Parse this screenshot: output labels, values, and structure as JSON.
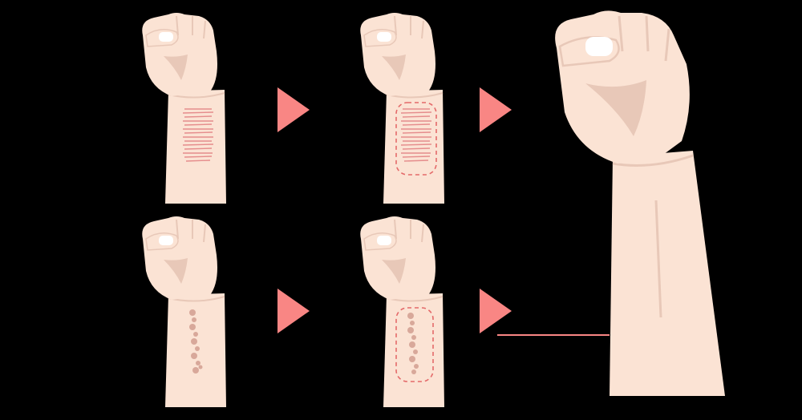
{
  "colors": {
    "background": "#000000",
    "skin": "#FBE3D4",
    "skin_shadow": "#E8C8B8",
    "nail": "#FFFFFF",
    "scar_line": "#E58C8C",
    "scar_dot": "#D8A89A",
    "dashed_outline": "#E46A6A",
    "arrow": "#F98684"
  },
  "steps": [
    {
      "stage": "before",
      "scar_type": "linear-scars-icon"
    },
    {
      "stage": "treatment-area-marked",
      "scar_type": "linear-scars-icon"
    },
    {
      "stage": "before",
      "scar_type": "dotted-scars-icon"
    },
    {
      "stage": "treatment-area-marked",
      "scar_type": "dotted-scars-icon"
    },
    {
      "stage": "after",
      "scar_type": "clear-skin"
    }
  ],
  "arrows": [
    "arrow-right-icon",
    "arrow-right-icon",
    "arrow-right-icon",
    "arrow-right-icon"
  ]
}
